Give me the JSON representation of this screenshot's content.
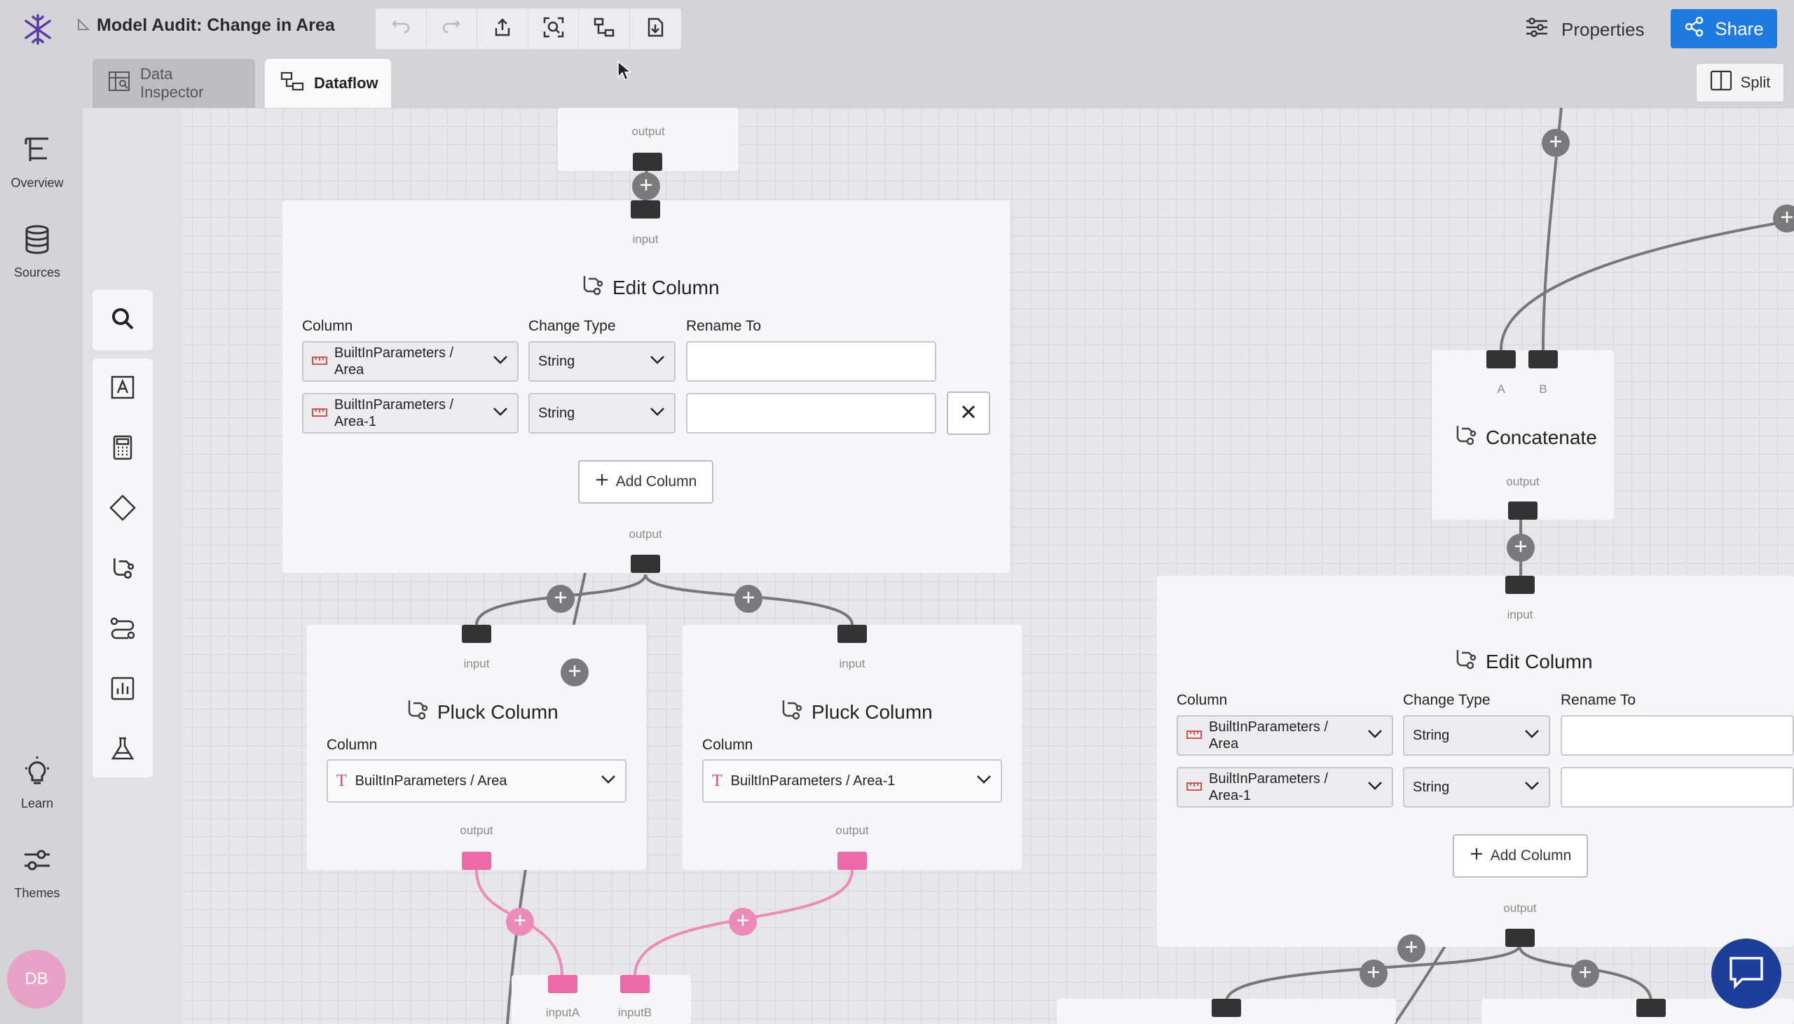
{
  "header": {
    "title": "Model Audit: Change in Area",
    "properties_label": "Properties",
    "share_label": "Share"
  },
  "tabs": [
    {
      "label": "Data Inspector",
      "active": false
    },
    {
      "label": "Dataflow",
      "active": true
    }
  ],
  "split_label": "Split",
  "sidebar": {
    "items": [
      {
        "label": "Overview"
      },
      {
        "label": "Sources"
      },
      {
        "label": "Learn"
      },
      {
        "label": "Themes"
      }
    ],
    "avatar_initials": "DB"
  },
  "port_labels": {
    "input": "input",
    "output": "output",
    "a": "A",
    "b": "B",
    "input_a": "inputA",
    "input_b": "inputB"
  },
  "edit_column_1": {
    "title": "Edit Column",
    "col_header": "Column",
    "type_header": "Change Type",
    "rename_header": "Rename To",
    "rows": [
      {
        "column_line1": "BuiltInParameters /",
        "column_line2": "Area",
        "type": "String",
        "rename": ""
      },
      {
        "column_line1": "BuiltInParameters /",
        "column_line2": "Area-1",
        "type": "String",
        "rename": ""
      }
    ],
    "add_label": "Add Column"
  },
  "pluck_1": {
    "title": "Pluck Column",
    "col_label": "Column",
    "value": "BuiltInParameters / Area"
  },
  "pluck_2": {
    "title": "Pluck Column",
    "col_label": "Column",
    "value": "BuiltInParameters / Area-1"
  },
  "concatenate": {
    "title": "Concatenate"
  },
  "edit_column_2": {
    "title": "Edit Column",
    "col_header": "Column",
    "type_header": "Change Type",
    "rename_header": "Rename To",
    "rows": [
      {
        "column_line1": "BuiltInParameters /",
        "column_line2": "Area",
        "type": "String",
        "rename": ""
      },
      {
        "column_line1": "BuiltInParameters /",
        "column_line2": "Area-1",
        "type": "String",
        "rename": ""
      }
    ],
    "add_label": "Add Column"
  },
  "colors": {
    "accent": "#1f7ae0",
    "port_dark": "#333333",
    "port_pink": "#ec6aa8",
    "logo": "#5b3aa6"
  }
}
